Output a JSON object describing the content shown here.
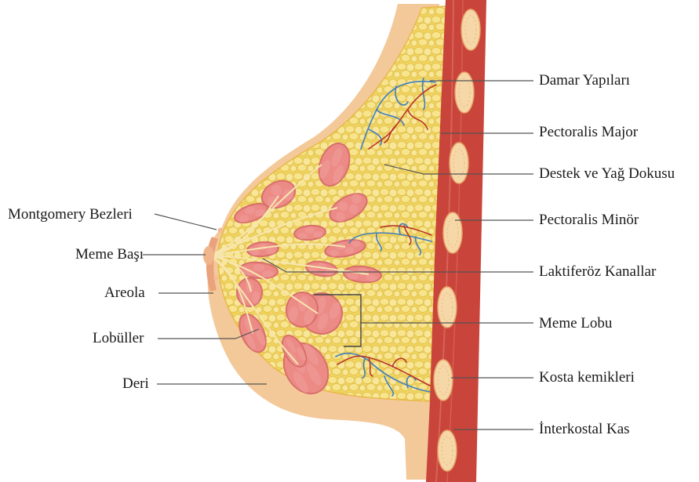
{
  "labels_right": [
    {
      "id": "damar",
      "text": "Damar Yapıları"
    },
    {
      "id": "pect-major",
      "text": "Pectoralis Major"
    },
    {
      "id": "destek",
      "text": "Destek ve Yağ Dokusu"
    },
    {
      "id": "pect-minor",
      "text": "Pectoralis Minör"
    },
    {
      "id": "laktiferoz",
      "text": "Laktiferöz Kanallar"
    },
    {
      "id": "meme-lobu",
      "text": "Meme Lobu"
    },
    {
      "id": "kosta",
      "text": "Kosta kemikleri"
    },
    {
      "id": "interkostal",
      "text": "İnterkostal Kas"
    }
  ],
  "labels_left": [
    {
      "id": "montgomery",
      "text": "Montgomery Bezleri"
    },
    {
      "id": "meme-basi",
      "text": "Meme Başı"
    },
    {
      "id": "areola",
      "text": "Areola"
    },
    {
      "id": "lobuller",
      "text": "Lobüller"
    },
    {
      "id": "deri",
      "text": "Deri"
    }
  ],
  "colors": {
    "skin": "#f4c99a",
    "fat": "#f2dc6e",
    "fat_cell": "#f7e48d",
    "lobe": "#ec8a86",
    "lobe_dark": "#d86f6c",
    "muscle": "#c9443a",
    "rib": "#f6d7a8",
    "vein_blue": "#3f7fc0",
    "artery_red": "#b8332a",
    "leader": "#555555"
  }
}
